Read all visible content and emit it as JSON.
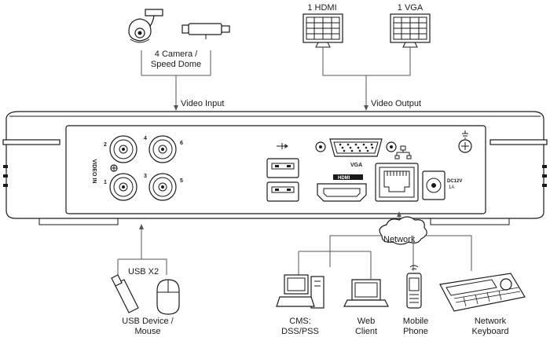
{
  "labels": {
    "camera": [
      "4 Camera /",
      "Speed Dome"
    ],
    "hdmi": "1 HDMI",
    "vga": "1 VGA",
    "video_input": "Video Input",
    "video_output": "Video Output",
    "usb_x2": "USB X2",
    "usb_device": [
      "USB Device /",
      "Mouse"
    ],
    "network": "Network",
    "cms": [
      "CMS:",
      "DSS/PSS"
    ],
    "web_client": [
      "Web",
      "Client"
    ],
    "mobile_phone": [
      "Mobile",
      "Phone"
    ],
    "network_keyboard": [
      "Network",
      "Keyboard"
    ]
  },
  "panel": {
    "video_in": "VIDEO IN",
    "bnc_numbers": [
      "2",
      "4",
      "6",
      "1",
      "3",
      "5"
    ],
    "vga_port": "VGA",
    "hdmi_port": "HDMI",
    "dc_power": [
      "DC12V",
      "1A"
    ]
  },
  "icons": {
    "usb": "usb-icon",
    "network": "network-icon",
    "ground": "ground-icon"
  }
}
